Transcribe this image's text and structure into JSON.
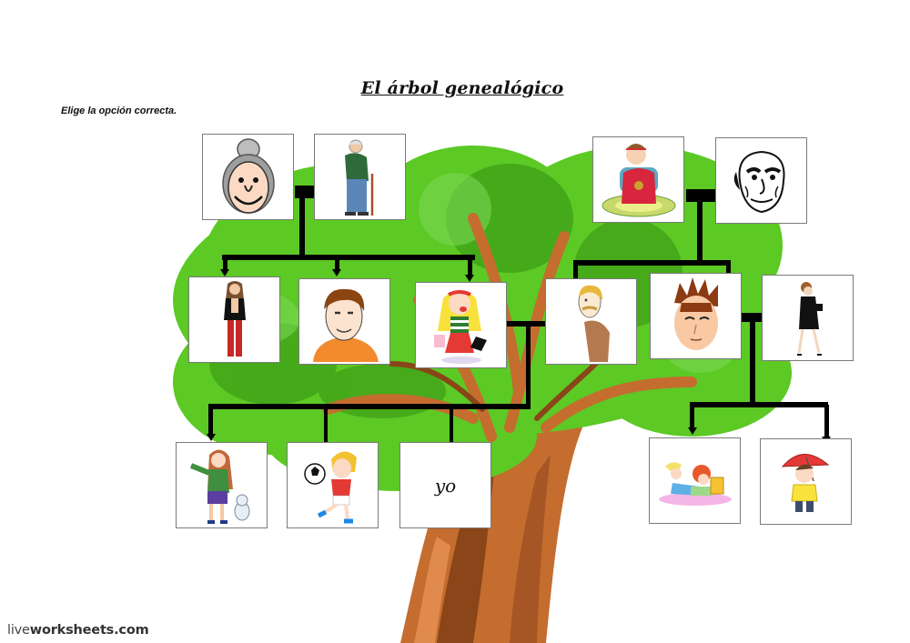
{
  "header": {
    "title": "El árbol genealógico",
    "instruction": "Elige la opción correcta."
  },
  "footer": {
    "brand_light": "live",
    "brand_bold": "worksheets",
    "brand_suffix": ".com"
  },
  "colors": {
    "leaf_light": "#5cc925",
    "leaf_dark": "#3a9a14",
    "trunk": "#c46d2e",
    "trunk_dark": "#7a3b13",
    "connector": "#000000"
  },
  "tree": {
    "grandparents_paternal": [
      {
        "id": "abuela-paterna",
        "icon": "grandmother-face-icon"
      },
      {
        "id": "abuelo-paterno",
        "icon": "grandfather-cane-icon"
      }
    ],
    "grandparents_maternal": [
      {
        "id": "abuela-materna",
        "icon": "grandmother-knitting-icon"
      },
      {
        "id": "abuelo-materno",
        "icon": "old-man-sketch-icon"
      }
    ],
    "parents_generation": [
      {
        "id": "tia-1",
        "icon": "woman-red-pants-icon"
      },
      {
        "id": "tio-1",
        "icon": "man-orange-shirt-icon"
      },
      {
        "id": "madre",
        "icon": "blonde-woman-shopping-icon"
      },
      {
        "id": "padre",
        "icon": "man-mustache-icon"
      },
      {
        "id": "tio-2",
        "icon": "man-spiky-hair-icon"
      },
      {
        "id": "tia-2",
        "icon": "woman-black-dress-icon"
      }
    ],
    "children": [
      {
        "id": "hermana",
        "icon": "girl-with-dog-icon"
      },
      {
        "id": "hermano",
        "icon": "boy-soccer-icon"
      },
      {
        "id": "yo",
        "label": "yo"
      },
      {
        "id": "primas",
        "icon": "girls-reading-icon"
      },
      {
        "id": "primo",
        "icon": "boy-umbrella-icon"
      }
    ]
  }
}
